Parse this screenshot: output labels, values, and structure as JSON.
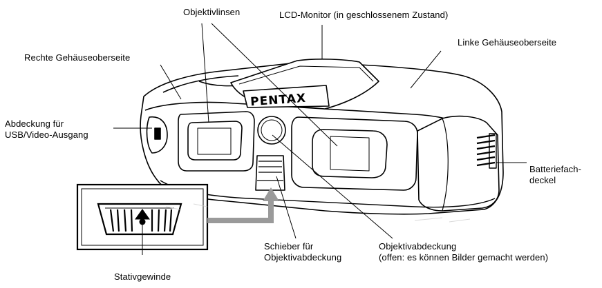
{
  "labels": {
    "lenses": "Objektivlinsen",
    "lcd_monitor": "LCD-Monitor (in geschlossenem Zustand)",
    "right_top": "Rechte Gehäuseoberseite",
    "left_top": "Linke Gehäuseoberseite",
    "usb_cover_line1": "Abdeckung für",
    "usb_cover_line2": "USB/Video-Ausgang",
    "battery_line1": "Batteriefach-",
    "battery_line2": "deckel",
    "slider_line1": "Schieber für",
    "slider_line2": "Objektivabdeckung",
    "lens_cover_line1": "Objektivabdeckung",
    "lens_cover_line2": "(offen: es können Bilder gemacht werden)",
    "tripod": "Stativgewinde"
  },
  "camera": {
    "brand_mark": "PENTAX"
  },
  "colors": {
    "line": "#000000",
    "body_fill": "#ffffff",
    "inset_arrow": "#9a9a9a",
    "texture": "#cfcfcf"
  }
}
